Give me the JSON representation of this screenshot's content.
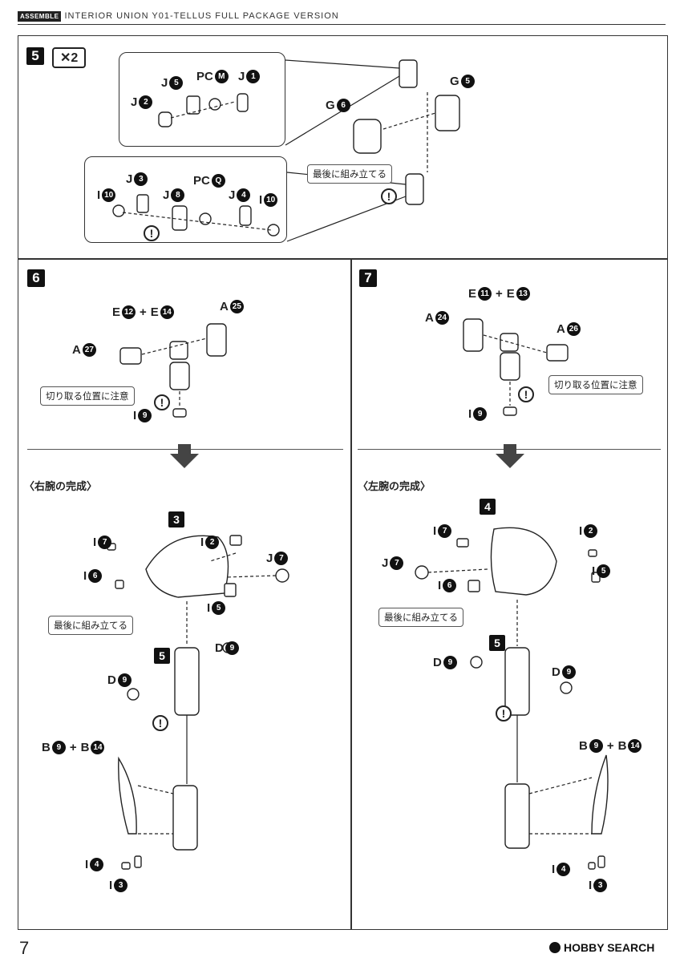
{
  "header": {
    "tag": "ASSEMBLE",
    "title": "INTERIOR UNION Y01-TELLUS FULL PACKAGE VERSION"
  },
  "steps": {
    "s5": {
      "number": "5",
      "multiplier": "✕2",
      "labels": {
        "pcm_prefix": "PC",
        "pcm_code": "M",
        "pcq_prefix": "PC",
        "pcq_code": "Q"
      },
      "assemble_last": "最後に組み立てる"
    },
    "s6": {
      "number": "6",
      "cut_note": "切り取る位置に注意"
    },
    "s7": {
      "number": "7",
      "cut_note": "切り取る位置に注意"
    }
  },
  "completed": {
    "right": {
      "title": "〈右腕の完成〉",
      "block3": "3",
      "block5": "5",
      "assemble_last": "最後に組み立てる"
    },
    "left": {
      "title": "〈左腕の完成〉",
      "block4": "4",
      "block5": "5",
      "assemble_last": "最後に組み立てる"
    }
  },
  "parts": {
    "J": "J",
    "I": "I",
    "E": "E",
    "A": "A",
    "G": "G",
    "D": "D",
    "B": "B",
    "plus": "+",
    "n1": "1",
    "n2": "2",
    "n3": "3",
    "n4": "4",
    "n5": "5",
    "n6": "6",
    "n7": "7",
    "n8": "8",
    "n9": "9",
    "n10": "10",
    "n11": "11",
    "n12": "12",
    "n13": "13",
    "n14": "14",
    "n24": "24",
    "n25": "25",
    "n26": "26",
    "n27": "27"
  },
  "caution_symbol": "!",
  "footer": {
    "page": "7",
    "brand": "HOBBY SEARCH"
  }
}
